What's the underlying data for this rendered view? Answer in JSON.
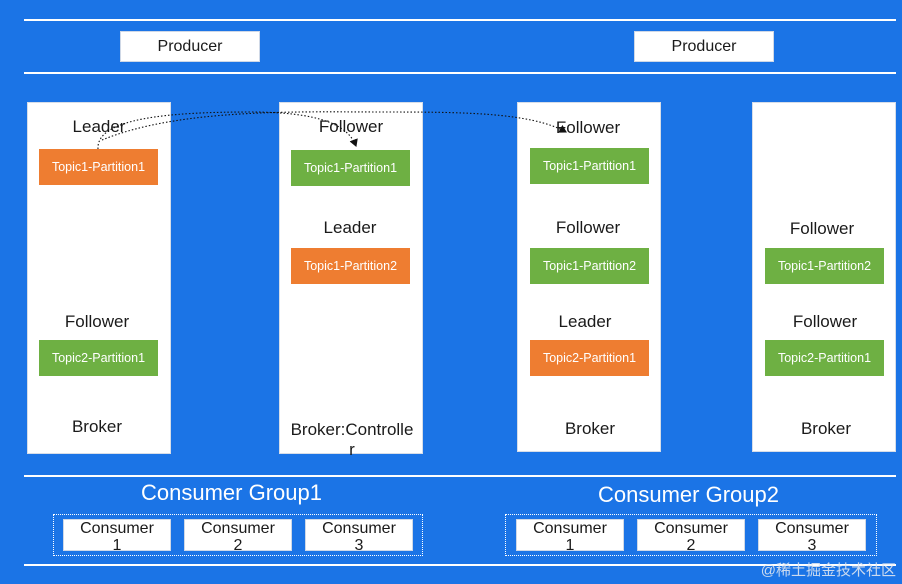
{
  "producers": [
    "Producer",
    "Producer"
  ],
  "brokers": [
    {
      "roles": [
        "Leader",
        "Follower"
      ],
      "partitions": [
        {
          "label": "Topic1-Partition1",
          "color": "#ee7d31"
        },
        {
          "label": "Topic2-Partition1",
          "color": "#6eb043"
        }
      ],
      "label": "Broker"
    },
    {
      "roles": [
        "Follower",
        "Leader"
      ],
      "partitions": [
        {
          "label": "Topic1-Partition1",
          "color": "#6eb043"
        },
        {
          "label": "Topic1-Partition2",
          "color": "#ee7d31"
        }
      ],
      "label": "Broker:Controller"
    },
    {
      "roles": [
        "Follower",
        "Follower",
        "Leader"
      ],
      "partitions": [
        {
          "label": "Topic1-Partition1",
          "color": "#6eb043"
        },
        {
          "label": "Topic1-Partition2",
          "color": "#6eb043"
        },
        {
          "label": "Topic2-Partition1",
          "color": "#ee7d31"
        }
      ],
      "label": "Broker"
    },
    {
      "roles": [
        "Follower",
        "Follower"
      ],
      "partitions": [
        {
          "label": "Topic1-Partition2",
          "color": "#6eb043"
        },
        {
          "label": "Topic2-Partition1",
          "color": "#6eb043"
        }
      ],
      "label": "Broker"
    }
  ],
  "consumer_groups": [
    {
      "title": "Consumer Group1",
      "consumers": [
        [
          "Consumer",
          "1"
        ],
        [
          "Consumer",
          "2"
        ],
        [
          "Consumer",
          "3"
        ]
      ]
    },
    {
      "title": "Consumer Group2",
      "consumers": [
        [
          "Consumer",
          "1"
        ],
        [
          "Consumer",
          "2"
        ],
        [
          "Consumer",
          "3"
        ]
      ]
    }
  ],
  "watermark": "@稀土掘金技术社区",
  "colors": {
    "background": "#1b74e6",
    "leader": "#ee7d31",
    "follower": "#6eb043"
  }
}
